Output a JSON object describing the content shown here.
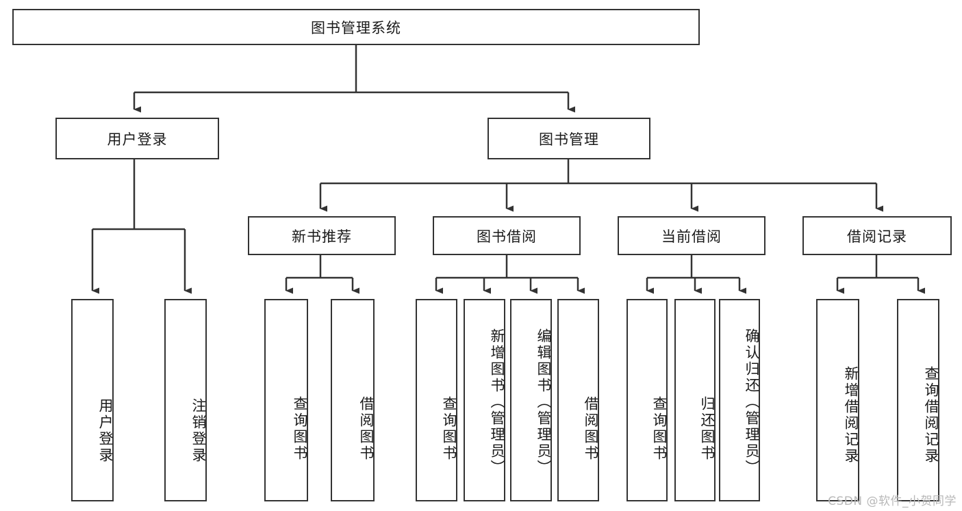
{
  "diagram": {
    "title": "图书管理系统",
    "type": "tree-hierarchy-chart",
    "colors": {
      "line": "#333333",
      "box_border": "#333333",
      "background": "#ffffff",
      "text": "#1a1a1a",
      "watermark": "#b8b8b8"
    },
    "root": {
      "label": "图书管理系统"
    },
    "level2": [
      {
        "label": "用户登录"
      },
      {
        "label": "图书管理"
      }
    ],
    "level3": [
      {
        "label": "新书推荐"
      },
      {
        "label": "图书借阅"
      },
      {
        "label": "当前借阅"
      },
      {
        "label": "借阅记录"
      }
    ],
    "leaves": {
      "user_login": [
        {
          "label": "用户登录"
        },
        {
          "label": "注销登录"
        }
      ],
      "new_book_recommend": [
        {
          "label": "查询图书"
        },
        {
          "label": "借阅图书"
        }
      ],
      "book_borrow": [
        {
          "label": "查询图书"
        },
        {
          "label": "新增图书（管理员）"
        },
        {
          "label": "编辑图书（管理员）"
        },
        {
          "label": "借阅图书"
        }
      ],
      "current_borrow": [
        {
          "label": "查询图书"
        },
        {
          "label": "归还图书"
        },
        {
          "label": "确认归还（管理员）"
        }
      ],
      "borrow_record": [
        {
          "label": "新增借阅记录"
        },
        {
          "label": "查询借阅记录"
        }
      ]
    },
    "watermark": "CSDN @软件_小贺同学"
  }
}
